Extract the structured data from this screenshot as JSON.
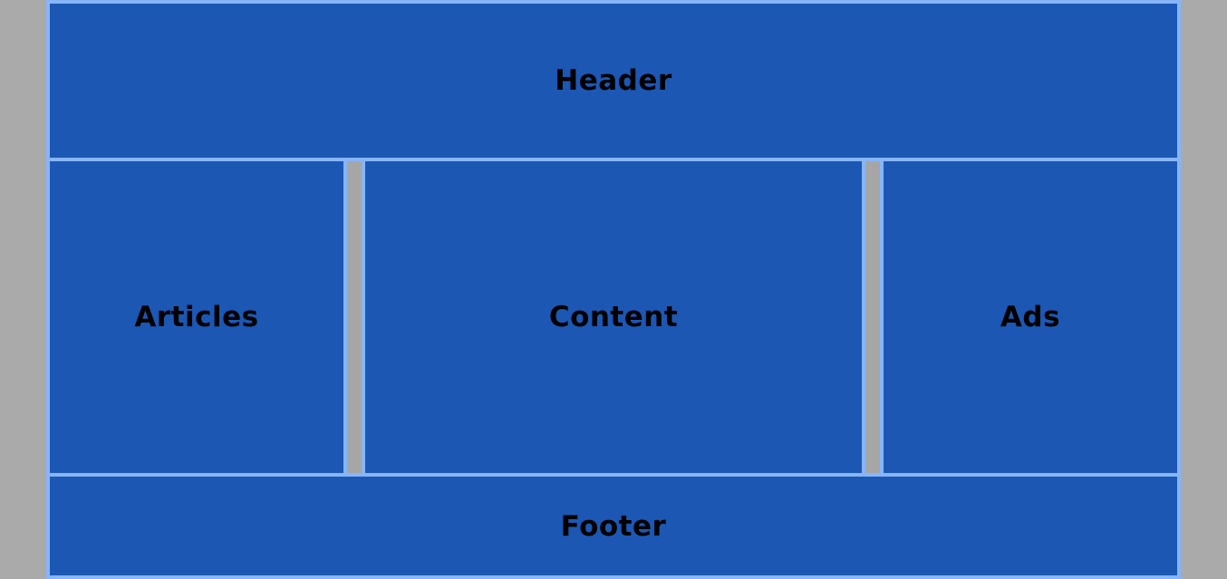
{
  "layout": {
    "header": {
      "label": "Header"
    },
    "left_column": {
      "label": "Articles"
    },
    "main": {
      "label": "Content"
    },
    "right_column": {
      "label": "Ads"
    },
    "footer": {
      "label": "Footer"
    }
  },
  "colors": {
    "background": "#aaaaaa",
    "box_fill": "#1c57b4",
    "box_border": "#87b5f8",
    "gutter": "#a6a6a6",
    "text": "#000000"
  }
}
